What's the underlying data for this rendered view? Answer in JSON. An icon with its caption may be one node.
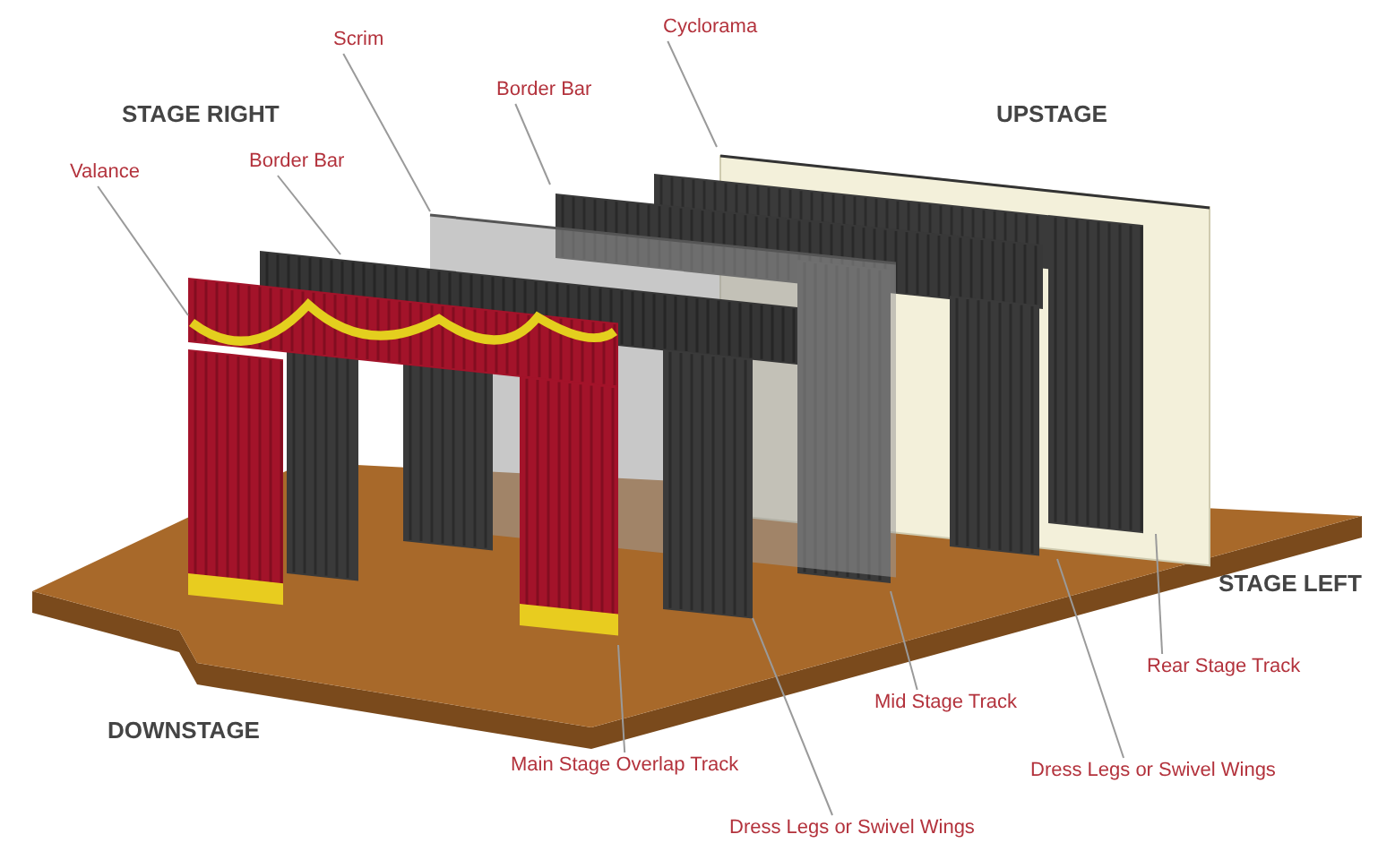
{
  "diagram": {
    "nodes": [
      {
        "text": [
          "Cyclorama"
        ]
      },
      {
        "text": [
          "Scrim"
        ]
      },
      {
        "text": [
          "Border Bar"
        ]
      },
      {
        "text": [
          "Border Bar"
        ]
      },
      {
        "text": [
          "Valance"
        ]
      },
      {
        "text": [
          "Rear Stage Track"
        ]
      },
      {
        "text": [
          "Mid Stage Track"
        ]
      },
      {
        "text": [
          "Main Stage Overlap Track"
        ]
      },
      {
        "text": [
          "Dress Legs or Swivel Wings"
        ]
      },
      {
        "text": [
          "Dress Legs or Swivel Wings"
        ]
      }
    ],
    "edges": [
      {
        "from": 0,
        "to": null,
        "arrow": "none"
      },
      {
        "from": 1,
        "to": null,
        "arrow": "none"
      },
      {
        "from": 2,
        "to": null,
        "arrow": "none"
      },
      {
        "from": 3,
        "to": null,
        "arrow": "none"
      },
      {
        "from": 4,
        "to": null,
        "arrow": "none"
      },
      {
        "from": 5,
        "to": null,
        "arrow": "none"
      },
      {
        "from": 6,
        "to": null,
        "arrow": "none"
      },
      {
        "from": 7,
        "to": null,
        "arrow": "none"
      },
      {
        "from": 8,
        "to": null,
        "arrow": "none"
      },
      {
        "from": 9,
        "to": null,
        "arrow": "none"
      }
    ],
    "labels": [
      "STAGE RIGHT",
      "UPSTAGE",
      "STAGE LEFT",
      "DOWNSTAGE"
    ]
  }
}
